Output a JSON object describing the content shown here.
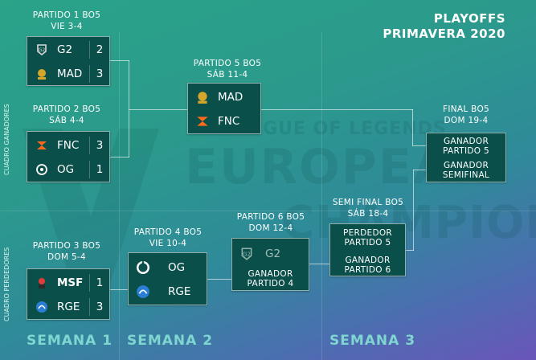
{
  "title": {
    "line1": "PLAYOFFS",
    "line2": "PRIMAVERA 2020"
  },
  "brackets": {
    "upper": "CUADRO GANADORES",
    "lower": "CUADRO PERDEDORES"
  },
  "watermark": {
    "line1": "LEAGUE OF LEGENDS",
    "line2": "EUROPEAN",
    "line3": "CHAMPIONSHIP"
  },
  "weeks": [
    "SEMANA 1",
    "SEMANA 2",
    "SEMANA 3"
  ],
  "matches": {
    "m1": {
      "label": "PARTIDO 1 BO5",
      "date": "VIE 3-4",
      "teams": [
        {
          "name": "G2",
          "score": "2"
        },
        {
          "name": "MAD",
          "score": "3"
        }
      ]
    },
    "m2": {
      "label": "PARTIDO 2 BO5",
      "date": "SÁB 4-4",
      "teams": [
        {
          "name": "FNC",
          "score": "3"
        },
        {
          "name": "OG",
          "score": "1"
        }
      ]
    },
    "m3": {
      "label": "PARTIDO 3 BO5",
      "date": "DOM 5-4",
      "teams": [
        {
          "name": "MSF",
          "score": "1"
        },
        {
          "name": "RGE",
          "score": "3"
        }
      ]
    },
    "m4": {
      "label": "PARTIDO 4 BO5",
      "date": "VIE 10-4",
      "teams": [
        {
          "name": "OG"
        },
        {
          "name": "RGE"
        }
      ]
    },
    "m5": {
      "label": "PARTIDO 5 BO5",
      "date": "SÁB 11-4",
      "teams": [
        {
          "name": "MAD"
        },
        {
          "name": "FNC"
        }
      ]
    },
    "m6": {
      "label": "PARTIDO 6 BO5",
      "date": "DOM 12-4",
      "team": "G2",
      "slot": {
        "line1": "GANADOR",
        "line2": "PARTIDO 4"
      }
    },
    "semi": {
      "label": "SEMI FINAL BO5",
      "date": "SÁB 18-4",
      "slot1": {
        "line1": "PERDEDOR",
        "line2": "PARTIDO 5"
      },
      "slot2": {
        "line1": "GANADOR",
        "line2": "PARTIDO 6"
      }
    },
    "final": {
      "label": "FINAL BO5",
      "date": "DOM 19-4",
      "slot1": {
        "line1": "GANADOR",
        "line2": "PARTIDO 5"
      },
      "slot2": {
        "line1": "GANADOR",
        "line2": "SEMIFINAL"
      }
    }
  },
  "colors": {
    "box": "#0b4f4b",
    "week_text": "#7fd6d0",
    "accent_orange": "#ff6a1a"
  }
}
